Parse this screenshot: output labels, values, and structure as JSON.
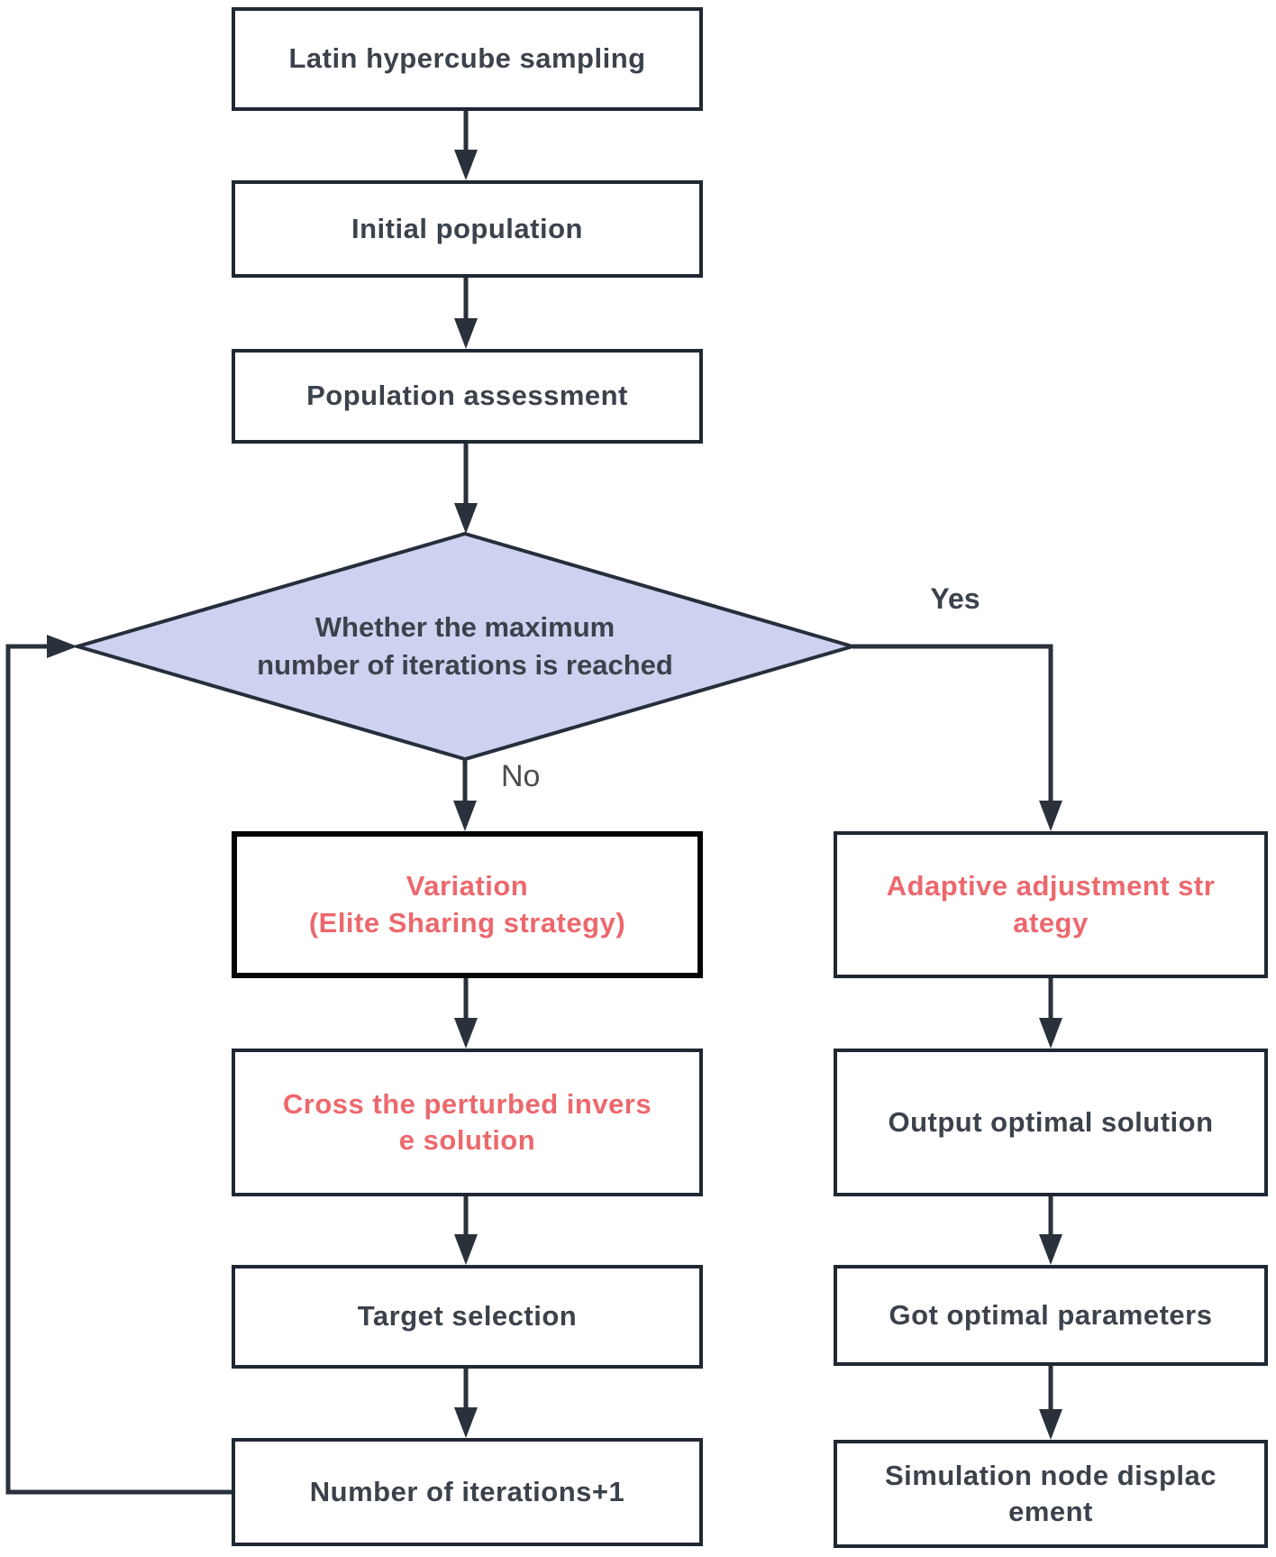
{
  "figure": {
    "type": "flowchart",
    "description": "Optimization algorithm flow with iteration decision loop"
  },
  "colors": {
    "line": "#2b313b",
    "box-border": "#1f2833",
    "box-text": "#3c424b",
    "accent-red": "#ec686d",
    "diamond-fill": "#ced2f0",
    "diamond-border": "#272e3b",
    "label-muted": "#4d4d4d",
    "emphasis-border": "#050505"
  },
  "nodes": {
    "latin": {
      "label": "Latin hypercube sampling"
    },
    "initial": {
      "label": "Initial population"
    },
    "assessment": {
      "label": "Population assessment"
    },
    "decision": {
      "label": "Whether the maximum\nnumber of iterations is reached"
    },
    "variation": {
      "label": "Variation\n(Elite Sharing strategy)"
    },
    "cross": {
      "label": "Cross the perturbed invers\ne solution"
    },
    "target": {
      "label": "Target selection"
    },
    "iterations": {
      "label": "Number of iterations+1"
    },
    "adaptive": {
      "label": "Adaptive adjustment str\nategy"
    },
    "output": {
      "label": "Output optimal solution"
    },
    "got": {
      "label": "Got optimal parameters"
    },
    "simulation": {
      "label": "Simulation node displac\nement"
    }
  },
  "edge_labels": {
    "yes": "Yes",
    "no": "No"
  }
}
